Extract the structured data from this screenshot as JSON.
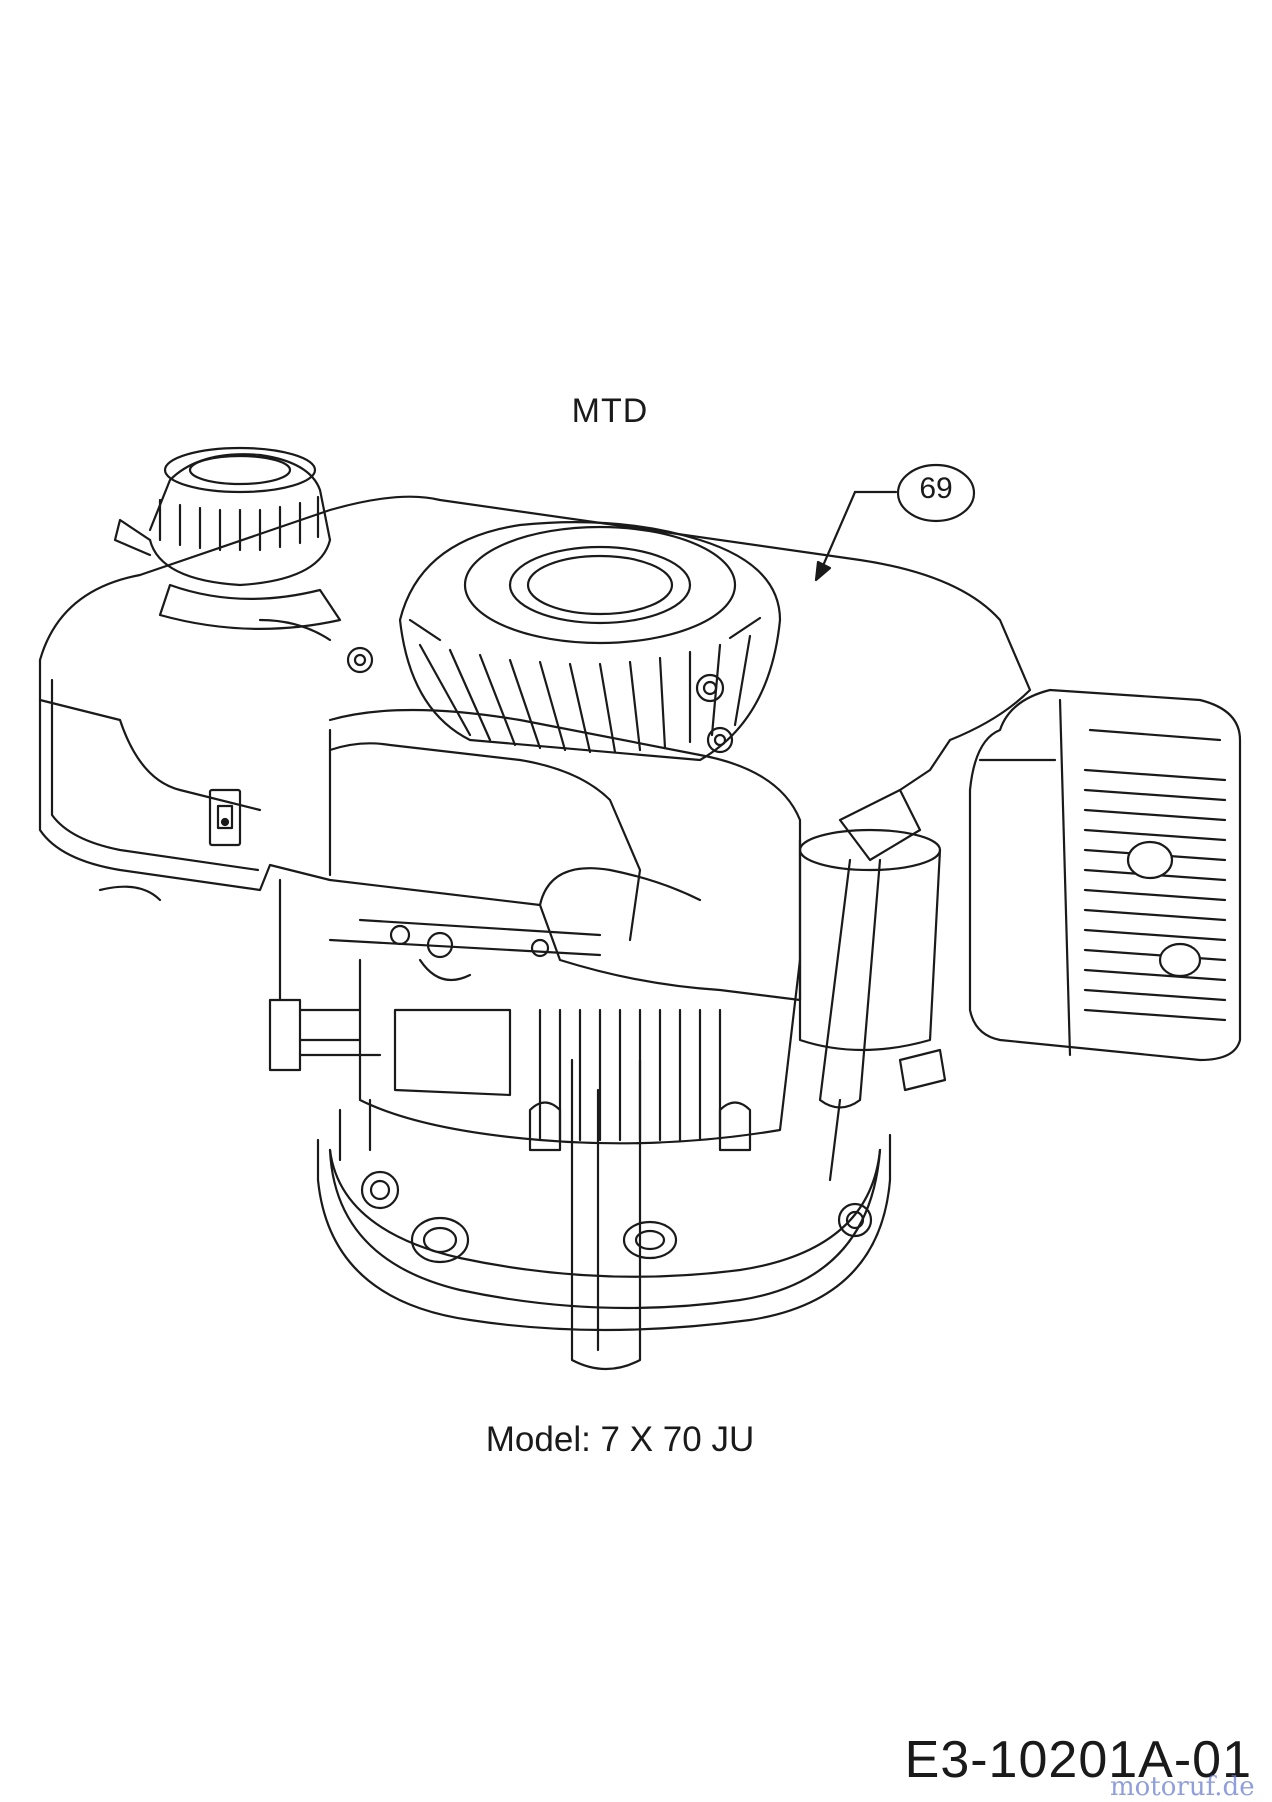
{
  "diagram": {
    "maker_label": "MTD",
    "model_label": "Model: 7 X 70 JU",
    "drawing_id": "E3-10201A-01",
    "watermark": "motoruf.de",
    "callouts": [
      {
        "number": "69"
      }
    ]
  },
  "colors": {
    "line": "#1a1a1a",
    "background": "#ffffff",
    "watermark": "#6b7fd0"
  }
}
